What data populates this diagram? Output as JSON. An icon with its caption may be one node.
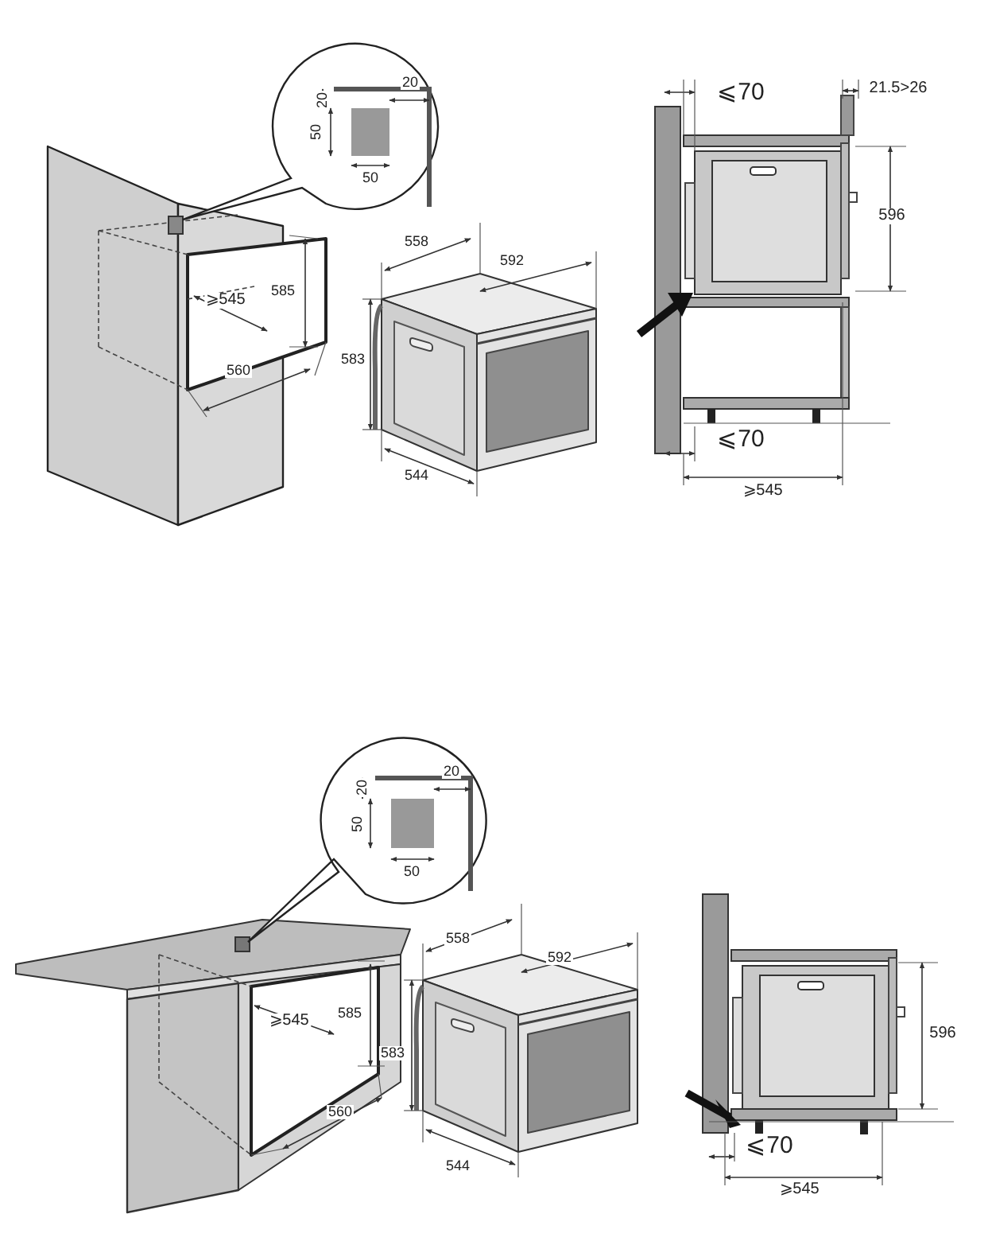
{
  "diagram": {
    "labels": [
      "20",
      "20",
      "50",
      "50",
      "558",
      "592",
      "585",
      "⩾545",
      "583",
      "560",
      "544",
      "⩽70",
      "21.5>26",
      "596",
      "⩽70",
      "⩾545",
      "20",
      "20",
      "50",
      "50",
      "558",
      "592",
      "585",
      "⩾545",
      "583",
      "560",
      "544",
      "596",
      "⩽70",
      "⩾545"
    ]
  }
}
